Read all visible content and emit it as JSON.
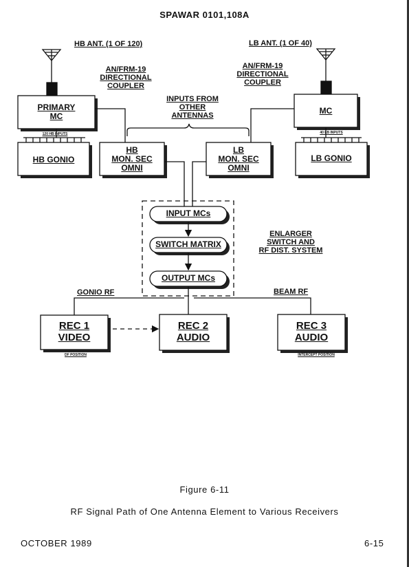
{
  "header": {
    "doc_id": "SPAWAR  0101,108A"
  },
  "diagram": {
    "hb_ant": "HB ANT. (1  OF 120)",
    "lb_ant": "LB ANT. (1 OF 40)",
    "coupler_left": [
      "AN/FRM-19",
      "DIRECTIONAL",
      "COUPLER"
    ],
    "coupler_right": [
      "AN/FRM-19",
      "DIRECTIONAL",
      "COUPLER"
    ],
    "inputs_from": [
      "INPUTS FROM",
      "OTHER",
      "ANTENNAS"
    ],
    "primary_mc": [
      "PRIMARY",
      "MC"
    ],
    "mc": "MC",
    "hb_inputs": "120 HB INPUTS",
    "lb_inputs": "40 LB INPUTS",
    "hb_gonio": "HB GONIO",
    "lb_gonio": "LB GONIO",
    "hb_mon": [
      "HB",
      "MON. SEC",
      "OMNI"
    ],
    "lb_mon": [
      "LB",
      "MON. SEC",
      "OMNI"
    ],
    "input_mcs": "INPUT MCs",
    "switch_matrix": "SWITCH MATRIX",
    "output_mcs": "OUTPUT MCs",
    "enlarger": [
      "ENLARGER",
      "SWITCH AND",
      "RF DIST. SYSTEM"
    ],
    "gonio_rf": "GONIO RF",
    "beam_rf": "BEAM RF",
    "rec1": [
      "REC  1",
      "VIDEO"
    ],
    "rec2": [
      "REC  2",
      "AUDIO"
    ],
    "rec3": [
      "REC  3",
      "AUDIO"
    ],
    "df_position": "DF POSITION",
    "intercept_position": "INTERCEPT POSITION"
  },
  "caption": {
    "figure": "Figure  6-11",
    "title": "RF  Signal  Path  of  One  Antenna  Element  to  Various  Receivers"
  },
  "footer": {
    "date": "OCTOBER  1989",
    "page": "6-15"
  }
}
